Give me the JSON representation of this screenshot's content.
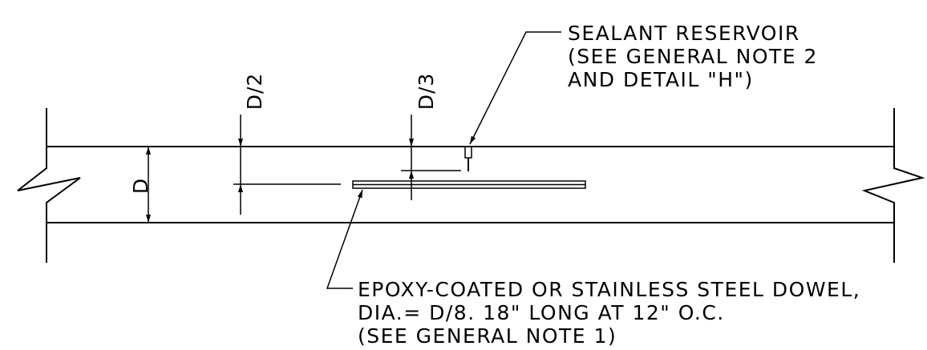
{
  "dimensions": {
    "d_label": "D",
    "d_half_label": "D/2",
    "d_third_label": "D/3"
  },
  "notes": {
    "sealant": {
      "line1": "SEALANT RESERVOIR",
      "line2": "(SEE GENERAL NOTE 2",
      "line3": "AND DETAIL \"H\")"
    },
    "dowel": {
      "line1": "EPOXY-COATED OR STAINLESS STEEL DOWEL,",
      "line2": "DIA.= D/8.  18\" LONG AT 12\" O.C.",
      "line3": "(SEE GENERAL NOTE 1)"
    }
  }
}
